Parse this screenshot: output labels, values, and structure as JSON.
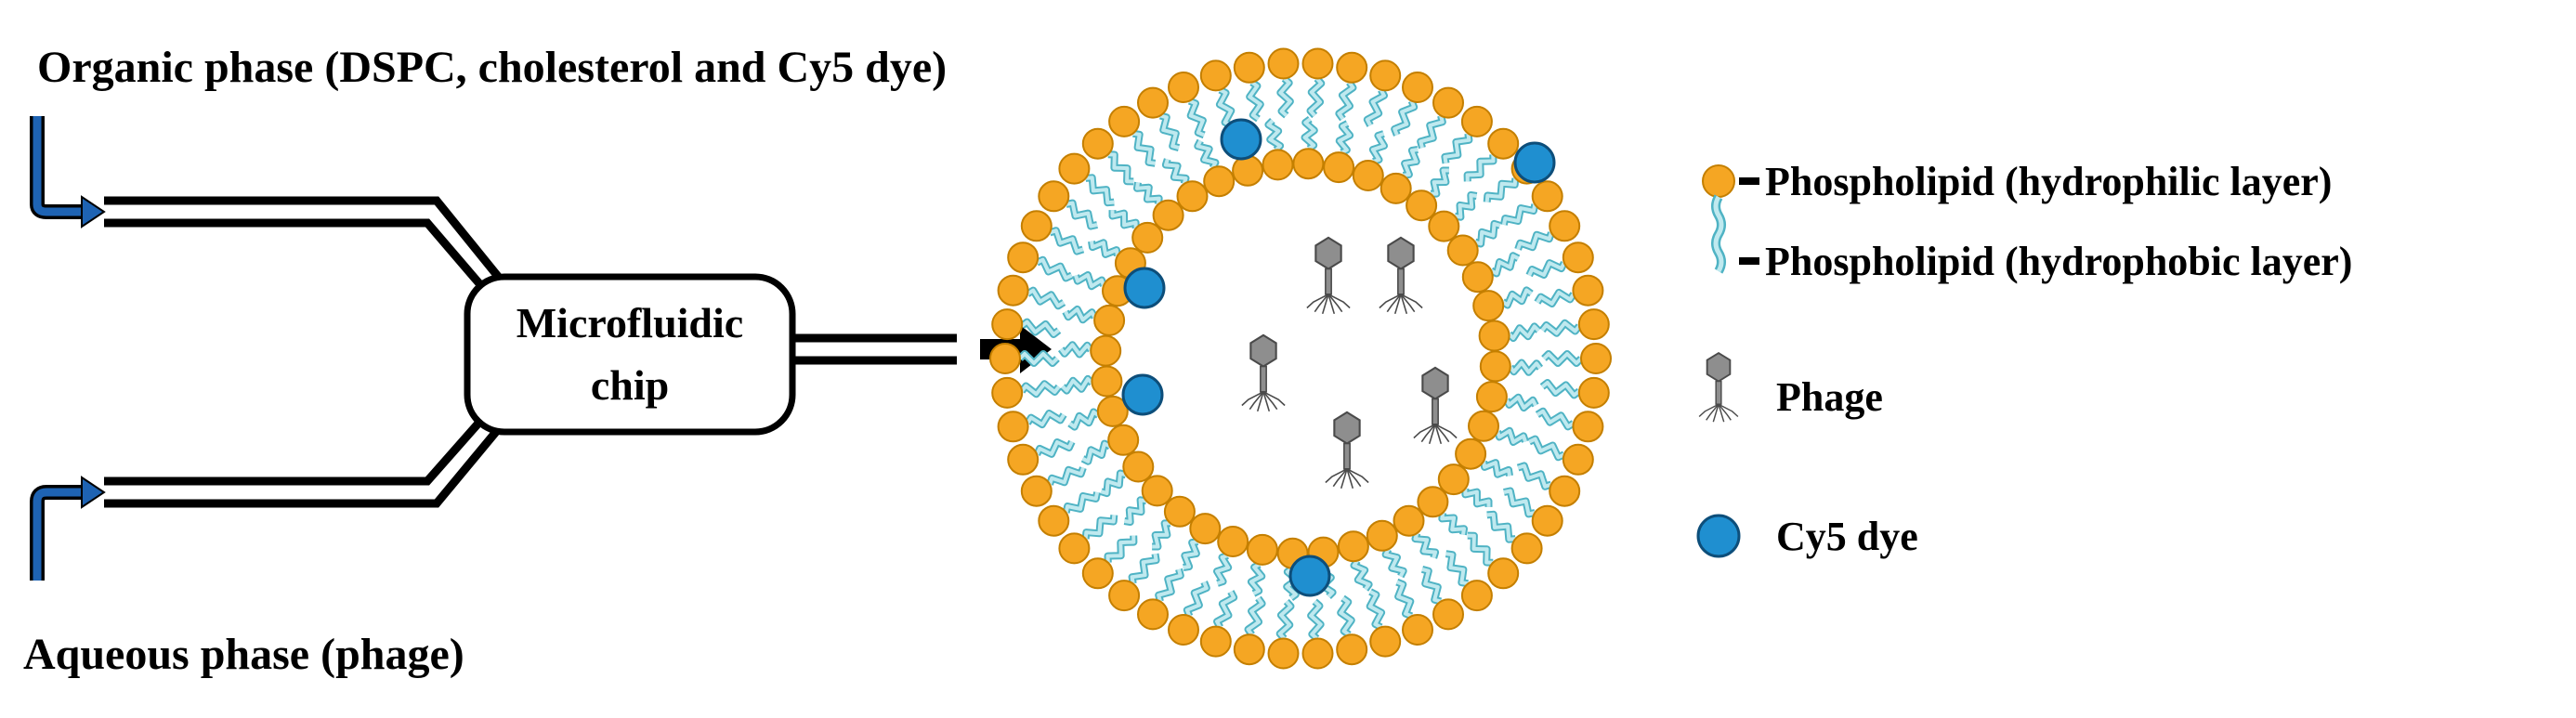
{
  "labels": {
    "organic_phase": "Organic phase (DSPC, cholesterol and Cy5 dye)",
    "aqueous_phase": "Aqueous phase (phage)",
    "chip_line1": "Microfluidic",
    "chip_line2": "chip"
  },
  "legend": {
    "hydrophilic": "Phospholipid (hydrophilic layer)",
    "hydrophobic": "Phospholipid (hydrophobic layer)",
    "phage": "Phage",
    "dye": "Cy5 dye"
  },
  "colors": {
    "lipid_head": "#f5a623",
    "lipid_head_stroke": "#c47f00",
    "lipid_tail": "#bfe9ef",
    "lipid_tail_stroke": "#4fb3c4",
    "dye_fill": "#1f8fd0",
    "dye_stroke": "#0d4e7a",
    "phage_fill": "#8e8e8e",
    "phage_stroke": "#4a4a4a",
    "arrow_blue": "#1e63b3",
    "line": "#000000"
  },
  "icons": {
    "inlet_arrows": "arrow-curved-icon",
    "flow_arrow": "arrow-right-icon",
    "phage": "phage-icon",
    "dye": "dye-dot-icon",
    "lipid": "phospholipid-icon"
  }
}
